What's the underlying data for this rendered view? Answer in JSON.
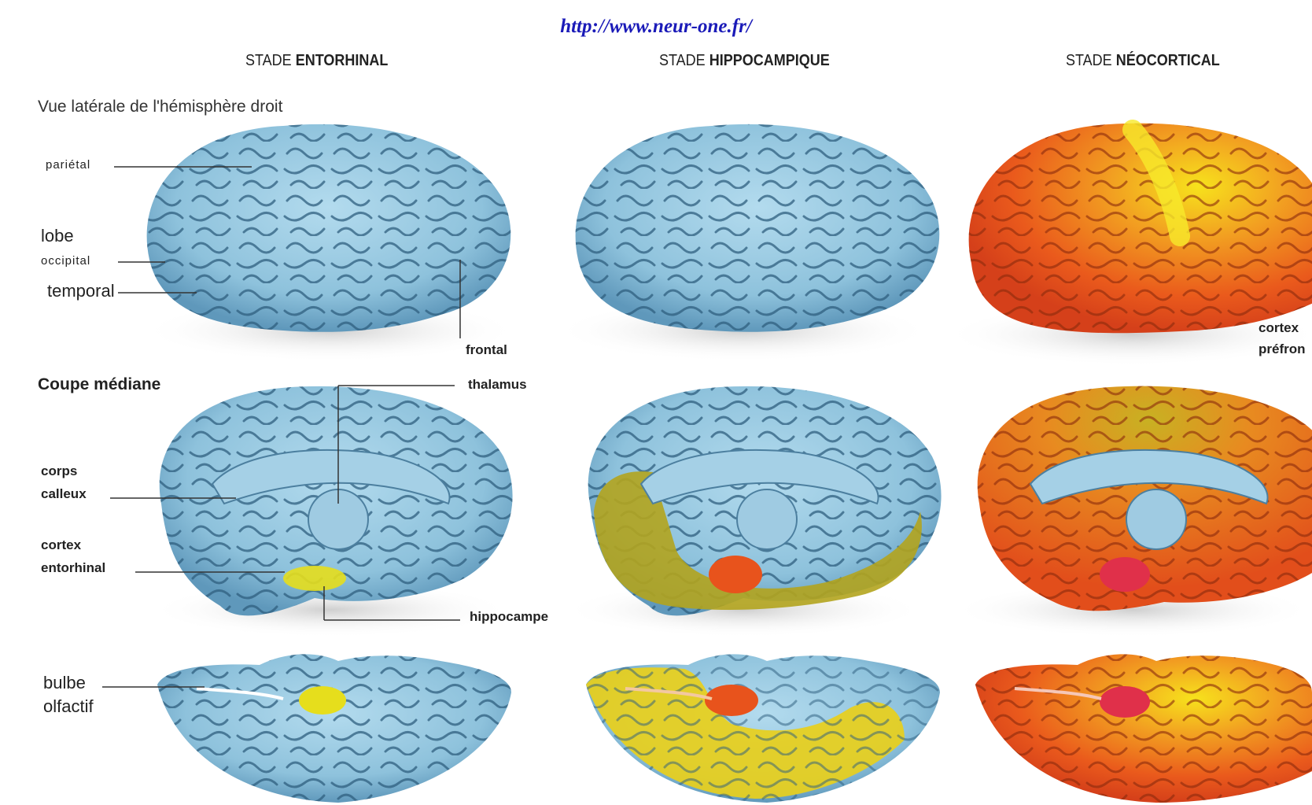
{
  "source_url": "http://www.neur-one.fr/",
  "stages": [
    {
      "prefix": "STADE ",
      "name": "ENTORHINAL"
    },
    {
      "prefix": "STADE ",
      "name": "HIPPOCAMPIQUE"
    },
    {
      "prefix": "STADE ",
      "name": "NÉOCORTICAL"
    }
  ],
  "row_titles": {
    "lateral": "Vue latérale de l'hémisphère droit",
    "median": "Coupe médiane"
  },
  "labels": {
    "parietal": "pariétal",
    "lobe": "lobe",
    "occipital": "occipital",
    "temporal": "temporal",
    "frontal": "frontal",
    "thalamus": "thalamus",
    "corps": "corps",
    "calleux": "calleux",
    "cortex": "cortex",
    "entorhinal": "entorhinal",
    "hippocampe": "hippocampe",
    "bulbe": "bulbe",
    "olfactif": "olfactif",
    "cortex_pref_1": "cortex",
    "cortex_pref_2": "préfron"
  },
  "colors": {
    "healthy": "#8fc3dc",
    "healthy_dark": "#3d6f8f",
    "mild": "#e8d21a",
    "moderate": "#b9a820",
    "severe": "#e8531c",
    "hot": "#f0c419",
    "core": "#e0304a"
  }
}
